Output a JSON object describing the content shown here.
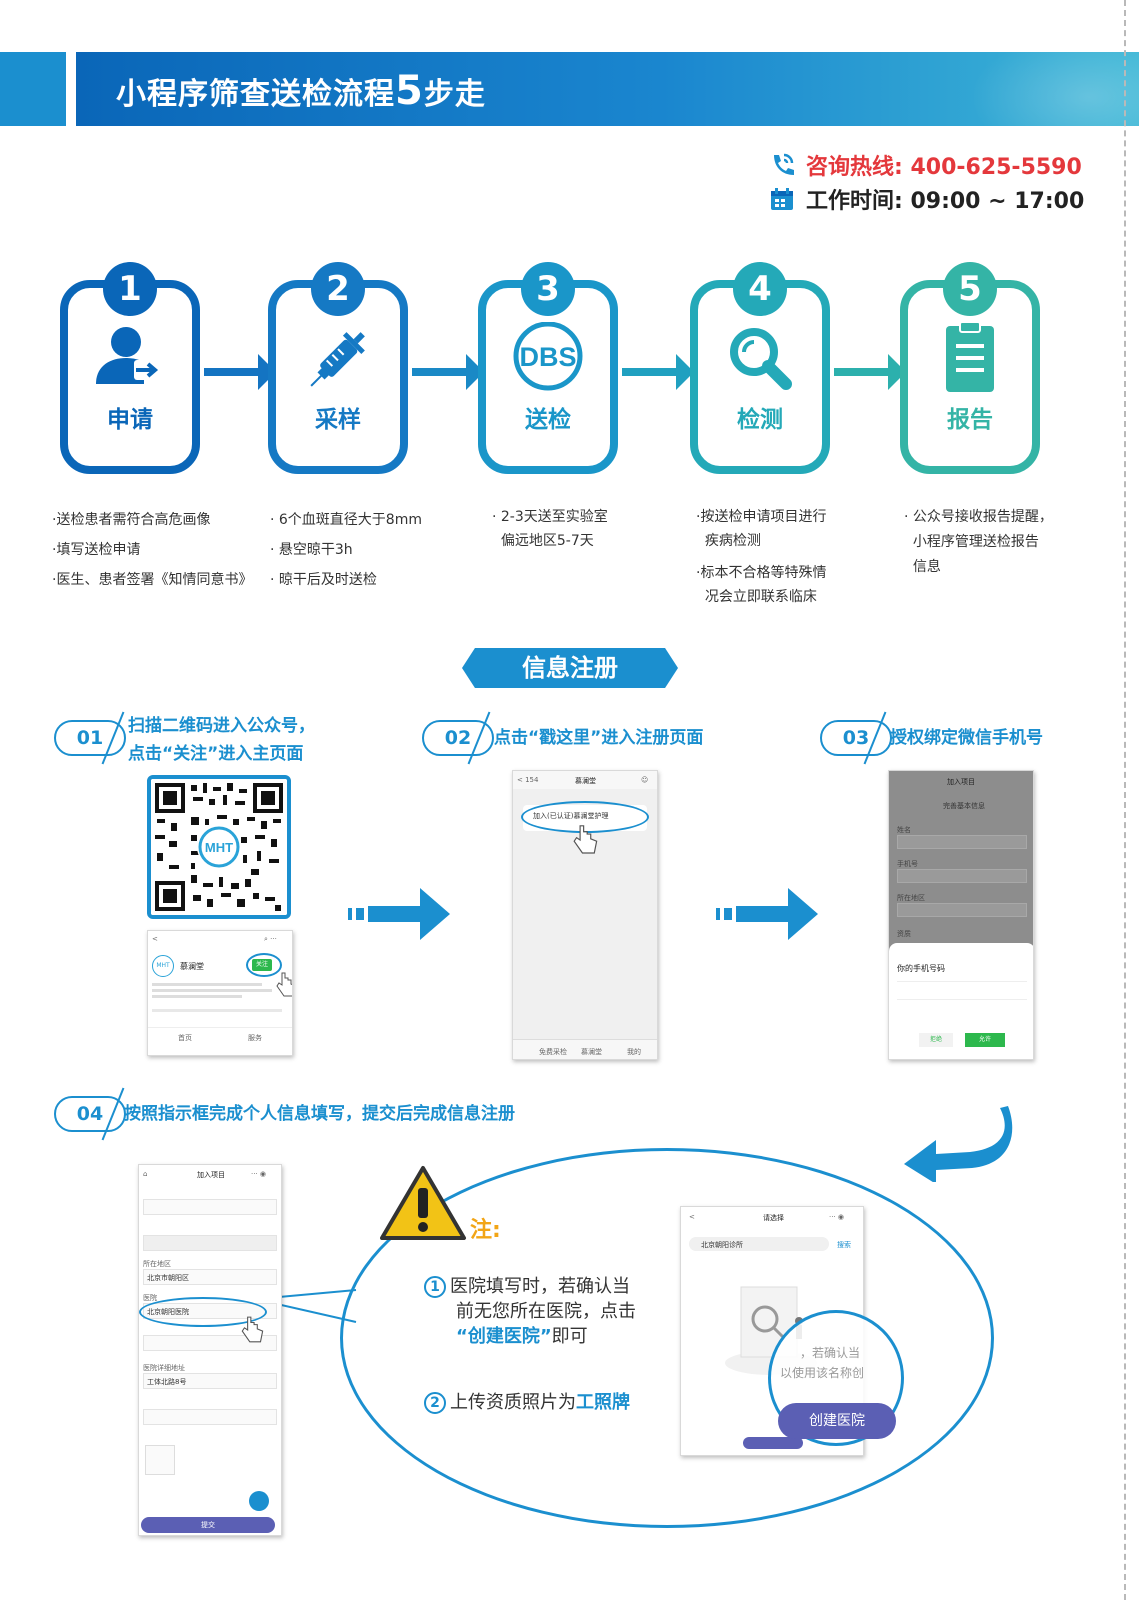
{
  "header": {
    "title_prefix": "小程序筛查送检流程",
    "title_num": "5",
    "title_suffix": "步走"
  },
  "contact": {
    "hotline": "咨询热线: 400-625-5590",
    "hours": "工作时间: 09:00 ~ 17:00"
  },
  "colors": {
    "primary": "#1b8fcf",
    "step1": "#0a66b8",
    "step2": "#1579c4",
    "step3": "#1a96c9",
    "step4": "#24a9b8",
    "step5": "#34b4a6",
    "warn": "#f2a516",
    "hotline": "#e4383c"
  },
  "steps": [
    {
      "num": "1",
      "label": "申请",
      "icon": "user-arrow-icon",
      "desc": [
        "·送检患者需符合高危画像",
        "·填写送检申请",
        "·医生、患者签署《知情同意书》"
      ]
    },
    {
      "num": "2",
      "label": "采样",
      "icon": "syringe-icon",
      "desc": [
        "· 6个血斑直径大于8mm",
        "· 悬空晾干3h",
        "· 晾干后及时送检"
      ]
    },
    {
      "num": "3",
      "label": "送检",
      "icon": "dbs-icon",
      "icon_text": "DBS",
      "desc": [
        "· 2-3天送至实验室",
        "  偏远地区5-7天"
      ]
    },
    {
      "num": "4",
      "label": "检测",
      "icon": "magnifier-icon",
      "desc": [
        "·按送检申请项目进行",
        "  疾病检测",
        "·标本不合格等特殊情",
        "  况会立即联系临床"
      ]
    },
    {
      "num": "5",
      "label": "报告",
      "icon": "clipboard-icon",
      "desc": [
        "· 公众号接收报告提醒，",
        "  小程序管理送检报告",
        "  信息"
      ]
    }
  ],
  "register": {
    "title": "信息注册",
    "items": [
      {
        "badge": "01",
        "title_l1": "扫描二维码进入公众号，",
        "title_l2": "点击“关注”进入主页面"
      },
      {
        "badge": "02",
        "title_l1": "点击“戳这里”进入注册页面"
      },
      {
        "badge": "03",
        "title_l1": "授权绑定微信手机号"
      },
      {
        "badge": "04",
        "title_l1": "按照指示框完成个人信息填写，提交后完成信息注册"
      }
    ]
  },
  "note": {
    "title": "注:",
    "item1_pre": "医院填写时，若确认当",
    "item1_mid": "前无您所在医院，点击",
    "item1_hl": "“创建医院”",
    "item1_post": "即可",
    "item2_pre": "上传资质照片为",
    "item2_hl": "工照牌",
    "create_btn": "创建医院",
    "zoom_hint1": "，若确认当",
    "zoom_hint2": "以使用该名称创"
  },
  "screens": {
    "s1": {
      "name": "慕澜堂",
      "follow": "关注",
      "tab1": "首页",
      "tab2": "服务"
    },
    "s2": {
      "back": "< 154",
      "title": "慕澜堂",
      "banner": "加入(已认证)慕澜堂护理",
      "t1": "加入(已认证)",
      "bar1": "免费采检",
      "bar2": "慕澜堂",
      "bar3": "我的"
    },
    "s3": {
      "title": "加入项目",
      "subtitle": "完善基本信息",
      "f1": "姓名",
      "f2": "手机号",
      "f3": "所在地区",
      "f4": "资质",
      "card_title": "你的手机号码",
      "btn1": "拒绝",
      "btn2": "允许"
    },
    "s4": {
      "title": "加入项目",
      "f_region": "所在地区",
      "v_region": "北京市朝阳区",
      "f_hosp": "医院",
      "v_hosp": "北京朝阳医院",
      "f_addr": "医院详细地址",
      "v_addr": "工体北路8号",
      "submit": "提交"
    },
    "s5": {
      "title": "请选择",
      "search": "北京朝阳诊所",
      "search_btn": "搜索"
    }
  }
}
